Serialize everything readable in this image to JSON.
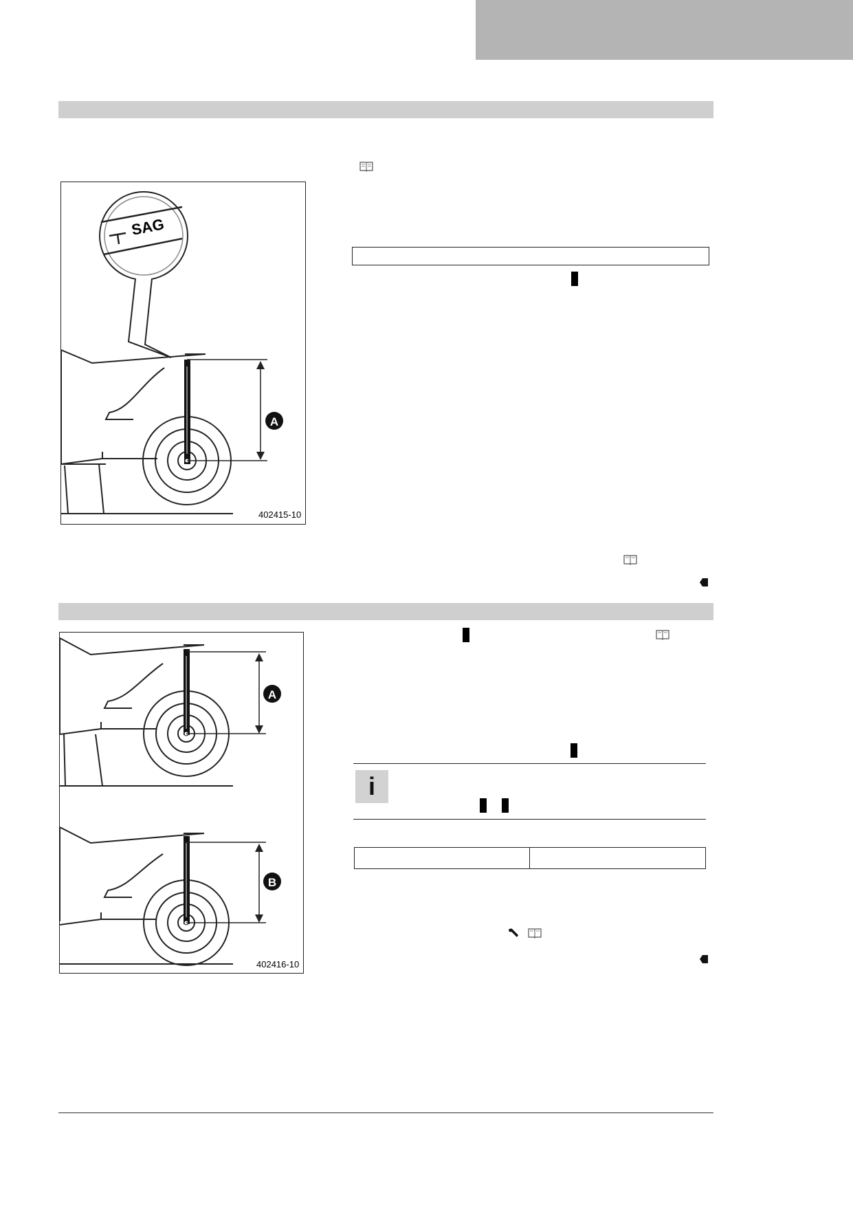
{
  "figures": {
    "top": {
      "code": "402415-10",
      "magnifier_label": "SAG",
      "callout": "A"
    },
    "bottom": {
      "code": "402416-10",
      "callout_upper": "A",
      "callout_lower": "B"
    }
  },
  "icons": {
    "manual_reference": "book-icon",
    "info": "info-icon",
    "info_glyph": "i",
    "tool": "wrench-icon",
    "end_of_section": "end-marker-icon"
  },
  "colors": {
    "header_tab": "#b4b4b4",
    "section_bar": "#cfcfcf",
    "info_icon_bg": "#d2d2d2"
  }
}
